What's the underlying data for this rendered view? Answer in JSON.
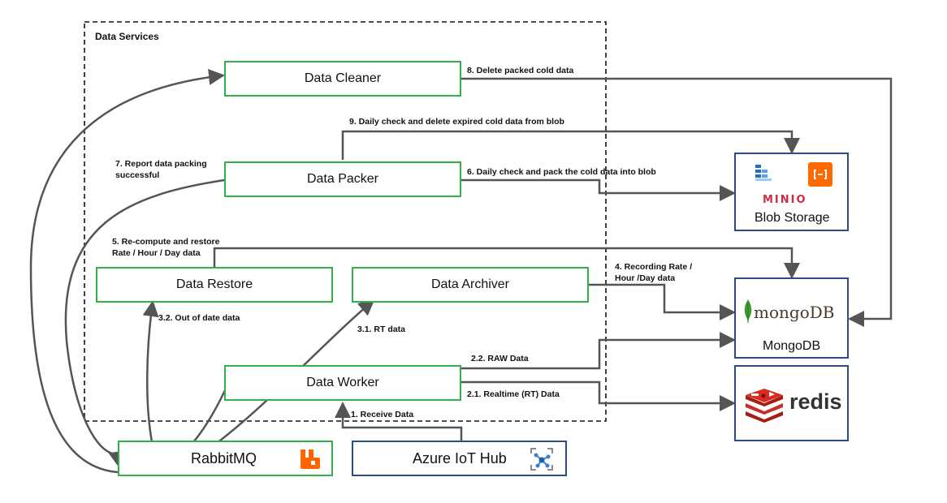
{
  "group": {
    "title": "Data Services"
  },
  "components": {
    "cleaner": "Data Cleaner",
    "packer": "Data Packer",
    "restore": "Data Restore",
    "archiver": "Data Archiver",
    "worker": "Data Worker",
    "rabbitmq": "RabbitMQ",
    "iothub": "Azure IoT Hub"
  },
  "stores": {
    "blob": {
      "name": "Blob Storage",
      "logo_text": "MINIO"
    },
    "mongo": {
      "name": "MongoDB",
      "logo_text": "mongoDB"
    },
    "redis": {
      "logo_text": "redis"
    }
  },
  "edges": {
    "e1": "1. Receive Data",
    "e21": "2.1. Realtime (RT) Data",
    "e22": "2.2. RAW Data",
    "e31": "3.1. RT data",
    "e32": "3.2. Out of date data",
    "e4": [
      "4. Recording Rate /",
      "Hour /Day data"
    ],
    "e5": [
      "5. Re-compute and restore",
      "Rate /  Hour / Day data"
    ],
    "e6": "6. Daily check and pack the cold data into blob",
    "e7": [
      "7. Report data packing",
      "successful"
    ],
    "e8": "8. Delete packed cold data",
    "e9": "9. Daily check and delete expired cold data from blob"
  },
  "colors": {
    "component_border": "#2fb24a",
    "source_border": "#2b4c84",
    "store_border": "#2b4c84",
    "edge": "#555555",
    "rabbitmq_icon": "#ff6600",
    "minio": "#c72e49",
    "redis": "#d82c20",
    "mongo_leaf": "#3f9c35"
  }
}
